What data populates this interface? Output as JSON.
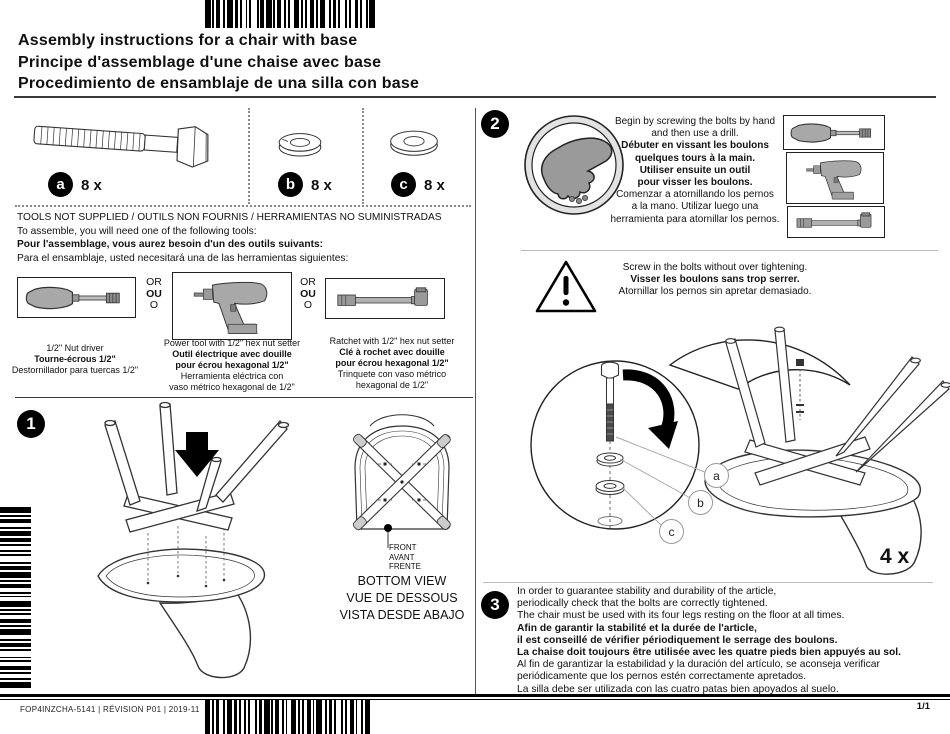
{
  "page": {
    "titles": [
      "Assembly instructions for a chair with base",
      "Principe d'assemblage d'une chaise avec base",
      "Procedimiento de ensamblaje de una silla con base"
    ]
  },
  "parts": {
    "a": {
      "label": "a",
      "qty": "8 x",
      "name": "hex bolt"
    },
    "b": {
      "label": "b",
      "qty": "8 x",
      "name": "lock washer"
    },
    "c": {
      "label": "c",
      "qty": "8 x",
      "name": "flat washer"
    }
  },
  "tools": {
    "heading": "TOOLS NOT SUPPLIED / OUTILS NON FOURNIS / HERRAMIENTAS NO SUMINISTRADAS",
    "intro": [
      "To assemble, you will need one of the following tools:",
      "Pour l'assemblage, vous aurez besoin d'un des outils suivants:",
      "Para el ensamblaje, usted necesitará una de las herramientas siguientes:"
    ],
    "or": [
      "OR",
      "OU",
      "O"
    ],
    "nut_driver": [
      "1/2\" Nut driver",
      "Tourne-écrous 1/2\"",
      "Destornillador para tuercas 1/2\""
    ],
    "power_tool": [
      "Power tool with 1/2\" hex nut setter",
      "Outil électrique avec douille",
      "pour écrou hexagonal 1/2\"",
      "Herramienta eléctrica con",
      "vaso métrico hexagonal de 1/2\""
    ],
    "ratchet": [
      "Ratchet with 1/2\" hex nut setter",
      "Clé à rochet avec douille",
      "pour écrou hexagonal 1/2\"",
      "Trinquete con vaso métrico",
      "hexagonal de 1/2\""
    ]
  },
  "step1": {
    "number": "1"
  },
  "bottom_view": {
    "front": [
      "FRONT",
      "AVANT",
      "FRENTE"
    ],
    "caption": [
      "BOTTOM VIEW",
      "VUE DE DESSOUS",
      "VISTA DESDE ABAJO"
    ]
  },
  "step2": {
    "number": "2",
    "lines_en": [
      "Begin by screwing the bolts by hand",
      "and then use a drill."
    ],
    "lines_fr": [
      "Débuter en vissant les boulons",
      "quelques tours à la main.",
      "Utiliser ensuite un outil",
      "pour visser les boulons."
    ],
    "lines_es": [
      "Comenzar a atornillando los pernos",
      "a la mano. Utilizar luego una",
      "herramienta para atornillar los pernos."
    ]
  },
  "warning": {
    "lines": [
      "Screw in the bolts without over tightening.",
      "Visser les boulons sans trop serrer.",
      "Atornillar los pernos sin apretar demasiado."
    ]
  },
  "detail": {
    "callouts": [
      "a",
      "b",
      "c"
    ],
    "qty": "4 x"
  },
  "step3": {
    "number": "3",
    "lines_en": [
      "In order to guarantee stability and durability of the article,",
      "periodically check that the bolts are correctly tightened.",
      "The chair must be used with its four legs resting on the floor at all times."
    ],
    "lines_fr": [
      "Afin de garantir la stabilité et la durée de l'article,",
      "il est conseillé de vérifier périodiquement le serrage des boulons.",
      "La chaise doit toujours être utilisée avec les quatre pieds bien appuyés au sol."
    ],
    "lines_es": [
      "Al fin de garantizar la estabilidad y la duración del artículo, se aconseja verificar",
      "periódicamente que los pernos estén correctamente apretados.",
      "La silla debe ser utilizada con las cuatro patas bien apoyados al suelo."
    ]
  },
  "footer": {
    "meta": "FOP4INZCHA-5141  |  RÉVISION P01  |  2019-11",
    "page": "1/1"
  },
  "icons": {
    "step2_circle": "hand-turning-bolt-icon",
    "warning": "exclamation-triangle-icon",
    "tools": [
      "nut-driver-icon",
      "power-drill-icon",
      "ratchet-icon"
    ],
    "barcodes": [
      "top-barcode",
      "left-vertical-barcode",
      "footer-barcode"
    ]
  }
}
